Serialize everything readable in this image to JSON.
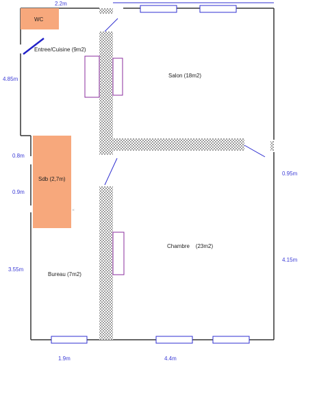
{
  "rooms": {
    "wc": "WC",
    "entree": "Entree/Cuisine  (9m2)",
    "salon": "Salon (18m2)",
    "sdb": "Sdb (2,7m)",
    "chambre": "Chambre    (23m2)",
    "bureau": "Bureau (7m2)"
  },
  "dimensions": {
    "top": "2.2m",
    "left_entree": "4.85m",
    "left_sdb_upper": "0.8m",
    "left_sdb_lower": "0.9m",
    "left_bureau": "3.55m",
    "right_upper": "0.95m",
    "right_lower": "4.15m",
    "bottom_left": "1.9m",
    "bottom_right": "4.4m"
  },
  "colors": {
    "wall": "#333333",
    "window": "#2e2ed0",
    "wet_room": "#f7a87c",
    "partition": "#555555",
    "furniture": "#8a2b9c",
    "dimension_text": "#3b3bd6",
    "door_swing": "#2e2ed0"
  }
}
